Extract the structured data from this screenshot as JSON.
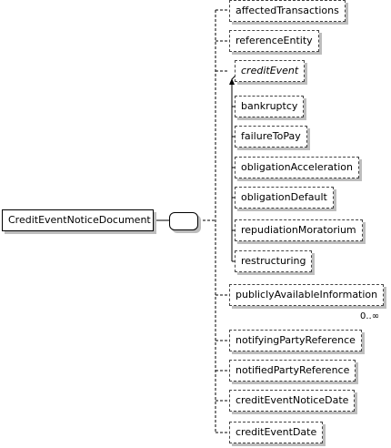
{
  "root": {
    "label": "CreditEventNoticeDocument"
  },
  "sequence_compositor": {
    "icon": "sequence-compositor-icon"
  },
  "elements": [
    {
      "id": "affectedTransactions",
      "label": "affectedTransactions"
    },
    {
      "id": "referenceEntity",
      "label": "referenceEntity"
    },
    {
      "id": "creditEvent",
      "label": "creditEvent",
      "abstract": true
    },
    {
      "id": "publiclyAvailableInformation",
      "label": "publiclyAvailableInformation",
      "multiplicity": "0..∞"
    },
    {
      "id": "notifyingPartyReference",
      "label": "notifyingPartyReference"
    },
    {
      "id": "notifiedPartyReference",
      "label": "notifiedPartyReference"
    },
    {
      "id": "creditEventNoticeDate",
      "label": "creditEventNoticeDate"
    },
    {
      "id": "creditEventDate",
      "label": "creditEventDate"
    }
  ],
  "substitutions": [
    {
      "id": "bankruptcy",
      "label": "bankruptcy"
    },
    {
      "id": "failureToPay",
      "label": "failureToPay"
    },
    {
      "id": "obligationAcceleration",
      "label": "obligationAcceleration"
    },
    {
      "id": "obligationDefault",
      "label": "obligationDefault"
    },
    {
      "id": "repudiationMoratorium",
      "label": "repudiationMoratorium"
    },
    {
      "id": "restructuring",
      "label": "restructuring"
    }
  ]
}
